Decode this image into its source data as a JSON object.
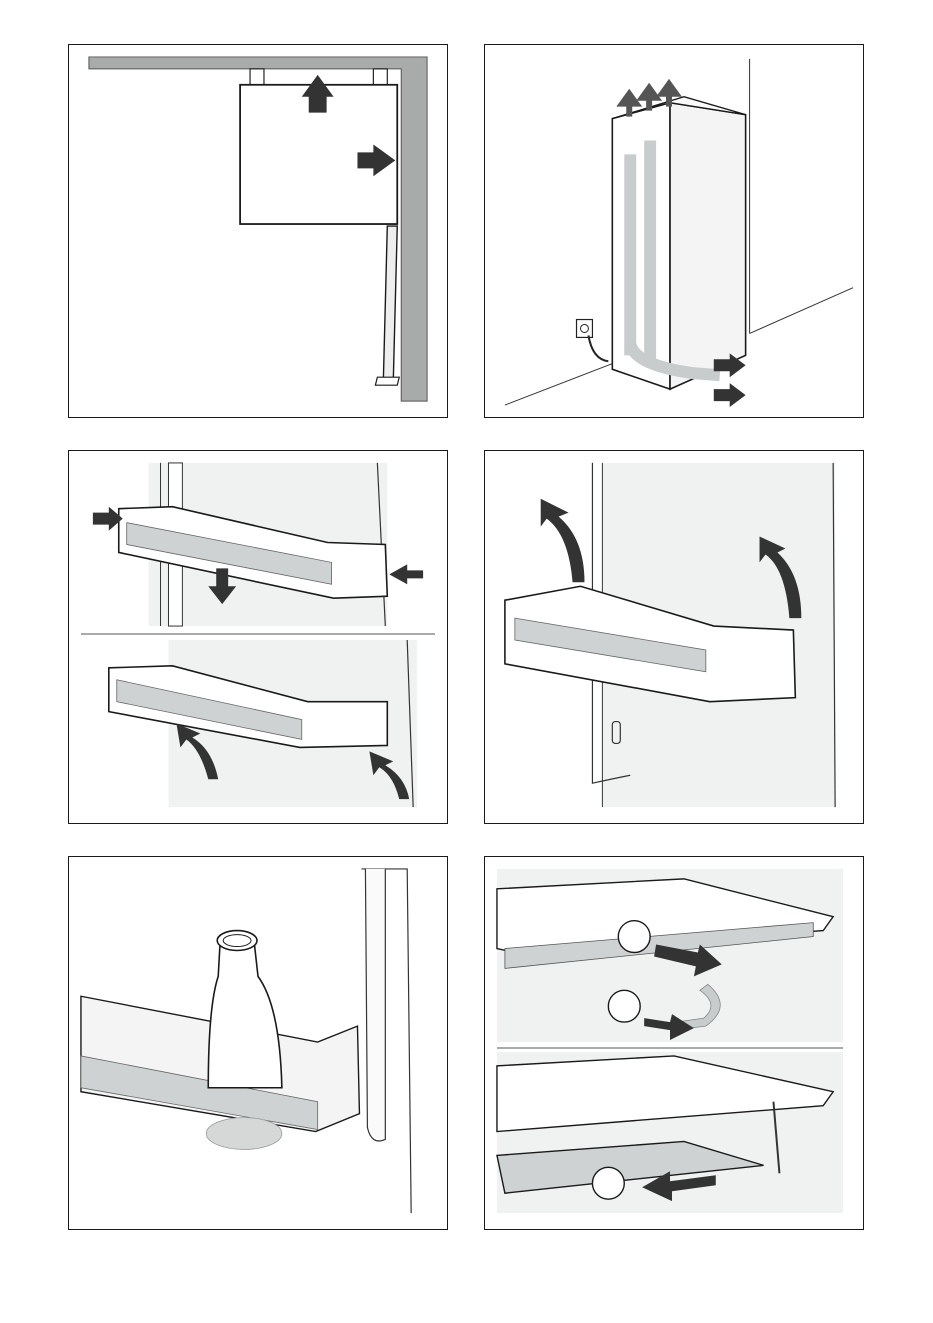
{
  "colors": {
    "outline": "#1a1a1a",
    "arrow_dark": "#333333",
    "arrow_light": "#c8cccc",
    "panel_fill": "#f0f1f1",
    "wall_grey": "#a9aaaa"
  },
  "panels": [
    {
      "name": "install-gap-panel"
    },
    {
      "name": "ventilation-panel"
    },
    {
      "name": "door-shelf-removal-panel"
    },
    {
      "name": "door-shelf-lift-panel"
    },
    {
      "name": "bottle-shelf-panel"
    },
    {
      "name": "glass-shelf-panel"
    }
  ],
  "steps": [
    {
      "label": ""
    },
    {
      "label": ""
    },
    {
      "label": ""
    }
  ]
}
